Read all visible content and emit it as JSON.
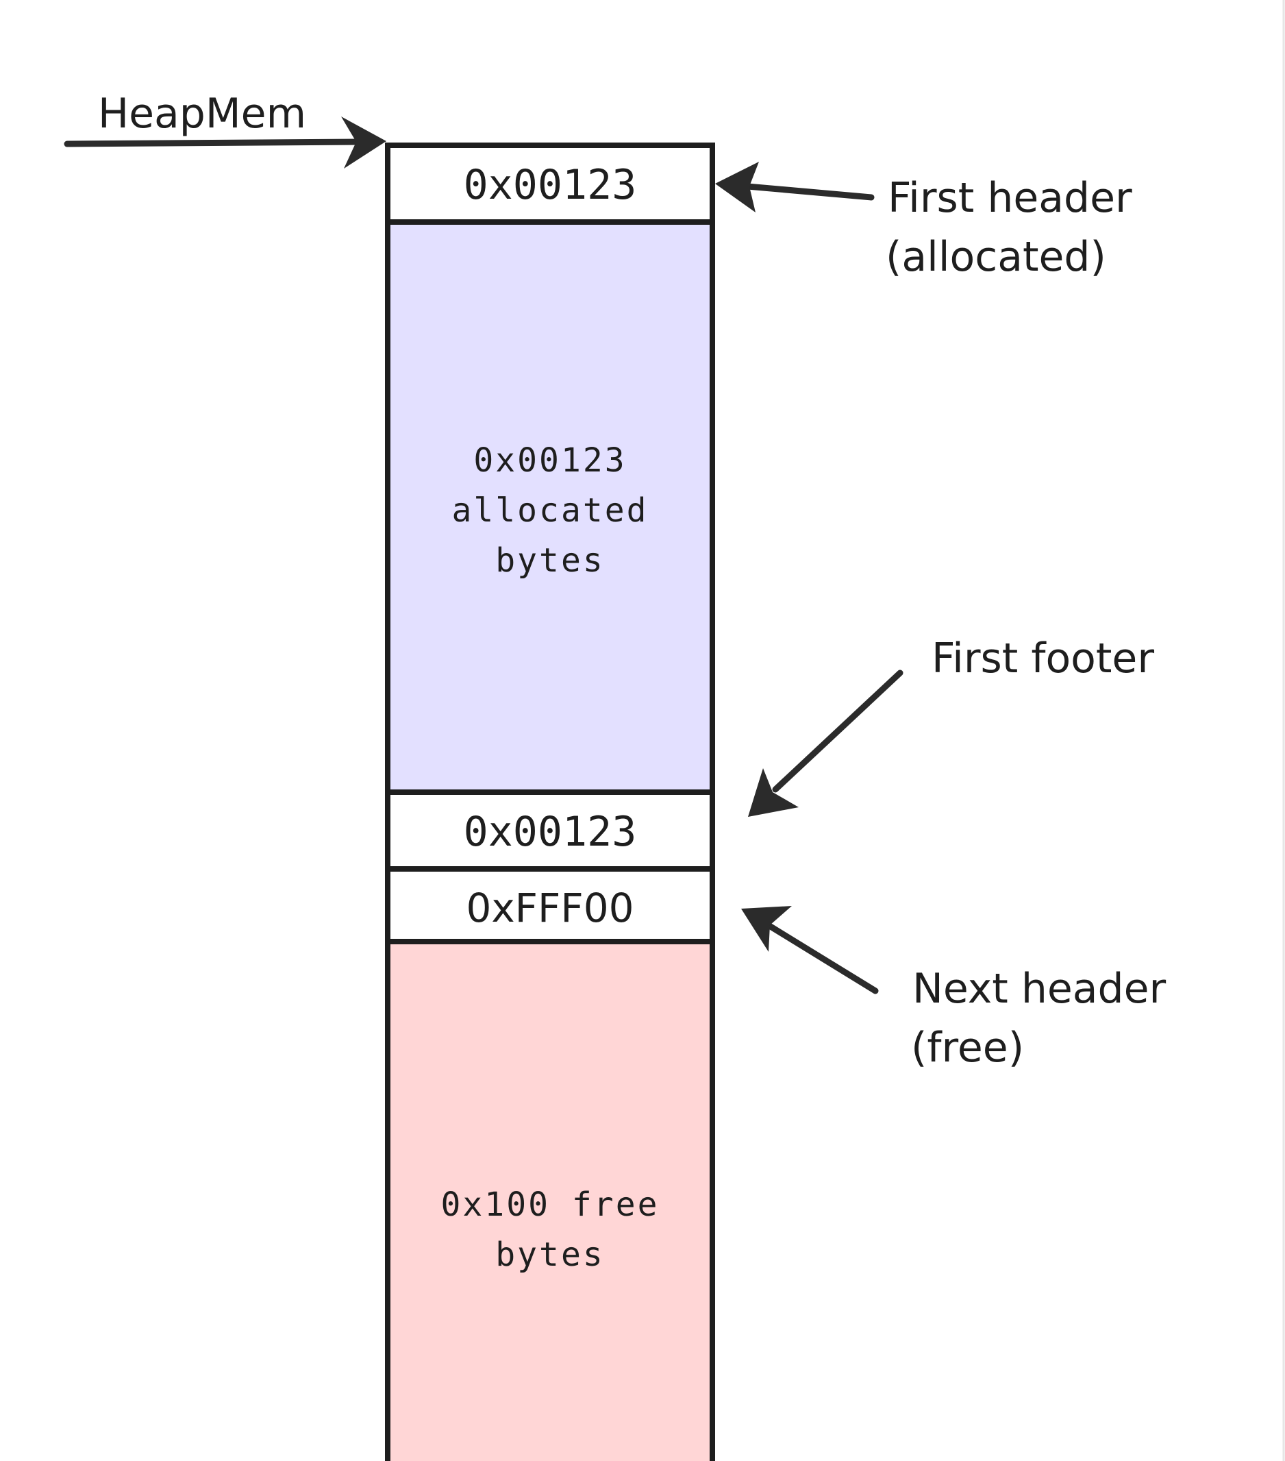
{
  "diagram": {
    "heapmem_label": "HeapMem",
    "blocks": [
      {
        "id": "first-header",
        "lines": [
          "0x00123"
        ],
        "fill": "#ffffff"
      },
      {
        "id": "allocated-region",
        "lines": [
          "0x00123",
          "allocated",
          "bytes"
        ],
        "fill": "#e3e0ff"
      },
      {
        "id": "first-footer",
        "lines": [
          "0x00123"
        ],
        "fill": "#ffffff"
      },
      {
        "id": "next-header",
        "lines": [
          "0xFFF00"
        ],
        "fill": "#ffffff"
      },
      {
        "id": "free-region",
        "lines": [
          "0x100 free",
          "bytes"
        ],
        "fill": "#ffd6d6"
      }
    ],
    "annotations": {
      "first_header": [
        "First header",
        "(allocated)"
      ],
      "first_footer": [
        "First footer"
      ],
      "next_header": [
        "Next header",
        "(free)"
      ]
    },
    "colors": {
      "stroke": "#1e1e1e",
      "arrow": "#2b2b2b",
      "allocated_fill": "#e3e0ff",
      "free_fill": "#ffd6d6"
    }
  }
}
